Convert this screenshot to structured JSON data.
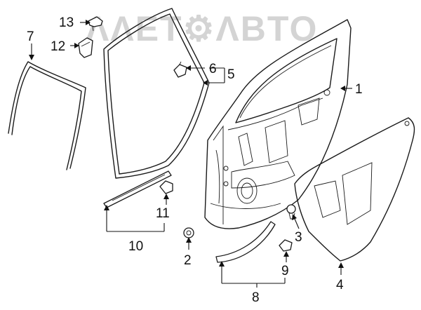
{
  "watermark": "ΛΛΕΤ⚙ΛΒΤΟ",
  "callouts": {
    "c1": "1",
    "c2": "2",
    "c3": "3",
    "c4": "4",
    "c5": "5",
    "c6": "6",
    "c7": "7",
    "c8": "8",
    "c9": "9",
    "c10": "10",
    "c11": "11",
    "c12": "12",
    "c13": "13"
  }
}
